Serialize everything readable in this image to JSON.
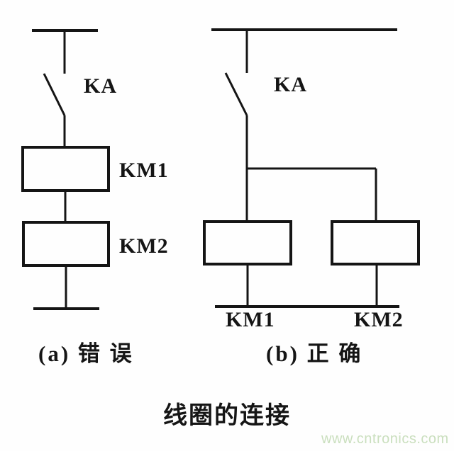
{
  "figure": {
    "title": "线圈的连接",
    "watermark": "www.cntronics.com"
  },
  "diagram_a": {
    "caption": "(a) 错 误",
    "labels": {
      "relay": "KA",
      "coil1": "KM1",
      "coil2": "KM2"
    }
  },
  "diagram_b": {
    "caption": "(b) 正 确",
    "labels": {
      "relay": "KA",
      "coil1": "KM1",
      "coil2": "KM2"
    }
  },
  "colors": {
    "line": "#151515",
    "background": "#fefefe",
    "watermark": "#cadfbe"
  }
}
